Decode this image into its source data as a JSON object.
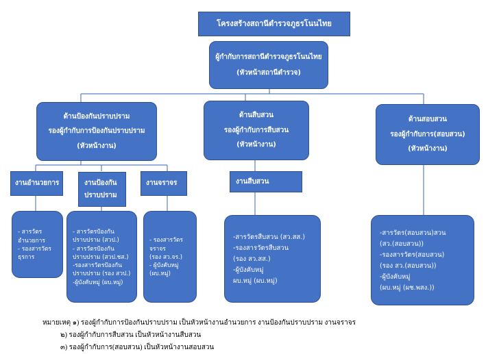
{
  "title": "โครงสร้างสถานีตำรวจภูธรโนนไทย",
  "head": {
    "line1": "ผู้กำกับการสถานีตำรวจภูธรโนนไทย",
    "line2": "(หัวหน้าสถานีตำรวจ)"
  },
  "divisions": [
    {
      "name": "ด้านป้องกันปราบปราม",
      "deputy": "รองผู้กำกับการป้องกันปราบปราม",
      "role": "(หัวหน้างาน)"
    },
    {
      "name": "ด้านสืบสวน",
      "deputy": "รองผู้กำกับการสืบสวน",
      "role": "(หัวหน้างาน)"
    },
    {
      "name": "ด้านสอบสวน",
      "deputy": "รองผู้กำกับการ(สอบสวน)",
      "role": "(หัวหน้างาน)"
    }
  ],
  "units": [
    {
      "lines": [
        "งานอำนวยการ"
      ]
    },
    {
      "lines": [
        "งานป้องกัน",
        "ปราบปราม"
      ]
    },
    {
      "lines": [
        "งานจราจร"
      ]
    },
    {
      "lines": [
        "งานสืบสวน"
      ]
    }
  ],
  "staff": [
    {
      "lines": [
        "- สารวัตร",
        "อำนวยการ",
        "- รองสารวัตร",
        "ธุรการ"
      ]
    },
    {
      "lines": [
        "- สารวัตรป้องกัน",
        "ปราบปราม (สวป.)",
        "- สารวัตรป้องกัน",
        "ปราบปราม (สวป.ชส.)",
        "-รองสารวัตรป้องกัน",
        "ปราบปราม (รอง สวป.)",
        "-ผู้บังคับหมู่ (ผบ.หมู่)"
      ]
    },
    {
      "lines": [
        "- รองสารวัตร",
        "จราจร",
        "(รอง สว.จร.)",
        "- ผู้บังคับหมู่",
        "(ผบ.หมู่)"
      ]
    },
    {
      "lines": [
        "-สารวัตรสืบสวน (สว.สส.)",
        "-รองสารวัตรสืบสวน",
        "(รอง สว.สส.)",
        "-ผู้บังคับหมู่",
        "ผบ.หมู่ (ผบ.หมู่)"
      ]
    },
    {
      "lines": [
        "-สารวัตร(สอบสวน)สวน",
        "(สว.(สอบสวน))",
        "-รองสารวัตร(สอบสวน)",
        "(รอง สว.(สอบสวน))",
        "-ผู้บังคับหมู่",
        "(ผบ.หมู่ (ผช.พสง.))"
      ]
    }
  ],
  "notes": [
    "หมายเหตุ ๑) รองผู้กำกับการป้องกันปราบปราม เป็นหัวหน้างานอำนวยการ งานป้องกันปราบปราม งานจราจร",
    "๒) รองผู้กำกับการสืบสวน เป็นหัวหน้างานสืบสวน",
    "๓) รองผู้กำกับการ(สอบสวน) เป็นหัวหน้างานสอบสวน"
  ],
  "colors": {
    "box_fill": "#4472C4",
    "box_border": "#2F528F",
    "connector": "#5B7FBF"
  }
}
